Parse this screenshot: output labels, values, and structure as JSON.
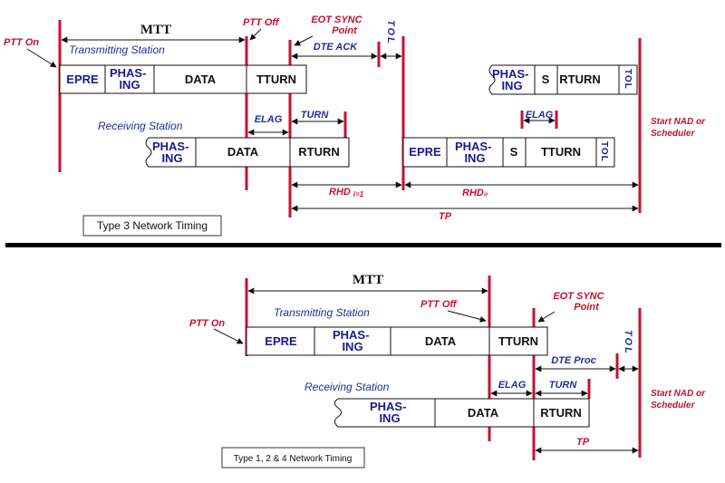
{
  "top": {
    "mtt": "MTT",
    "ptt_on": "PTT On",
    "ptt_off": "PTT Off",
    "eot_sync": [
      "EOT SYNC",
      "Point"
    ],
    "tol": "TOL",
    "dte_ack": "DTE ACK",
    "transmitting_station": "Transmitting Station",
    "receiving_station": "Receiving Station",
    "elag": "ELAG",
    "turn": "TURN",
    "elag_right": "ELAG",
    "rhd_t1": "RHD",
    "rhd_t1_sub": "i=1",
    "rhd_0": "RHD₀",
    "tp": "TP",
    "start_nad": [
      "Start NAD or",
      "Scheduler"
    ],
    "caption": "Type 3 Network Timing",
    "tx_segments": [
      "EPRE",
      [
        "PHAS-",
        "ING"
      ],
      "DATA",
      "TTURN"
    ],
    "rx_segments": [
      [
        "PHAS-",
        "ING"
      ],
      "DATA",
      "RTURN"
    ],
    "rhs_upper_segments": [
      [
        "PHAS-",
        "ING"
      ],
      "S",
      "RTURN",
      "TOL"
    ],
    "rhs_lower_segments": [
      "EPRE",
      [
        "PHAS-",
        "ING"
      ],
      "S",
      "TTURN",
      "TOL"
    ]
  },
  "bottom": {
    "mtt": "MTT",
    "ptt_on": "PTT On",
    "ptt_off": "PTT Off",
    "eot_sync": [
      "EOT SYNC",
      "Point"
    ],
    "tol": "TOL",
    "dte_proc": "DTE Proc",
    "transmitting_station": "Transmitting Station",
    "receiving_station": "Receiving Station",
    "elag": "ELAG",
    "turn": "TURN",
    "tp": "TP",
    "start_nad": [
      "Start NAD or",
      "Scheduler"
    ],
    "caption": "Type 1, 2 & 4 Network Timing",
    "tx_segments": [
      "EPRE",
      [
        "PHAS-",
        "ING"
      ],
      "DATA",
      "TTURN"
    ],
    "rx_segments": [
      [
        "PHAS-",
        "ING"
      ],
      "DATA",
      "RTURN"
    ]
  },
  "colors": {
    "red": "#c8102e",
    "blue": "#1f2f99",
    "black": "#111111"
  }
}
